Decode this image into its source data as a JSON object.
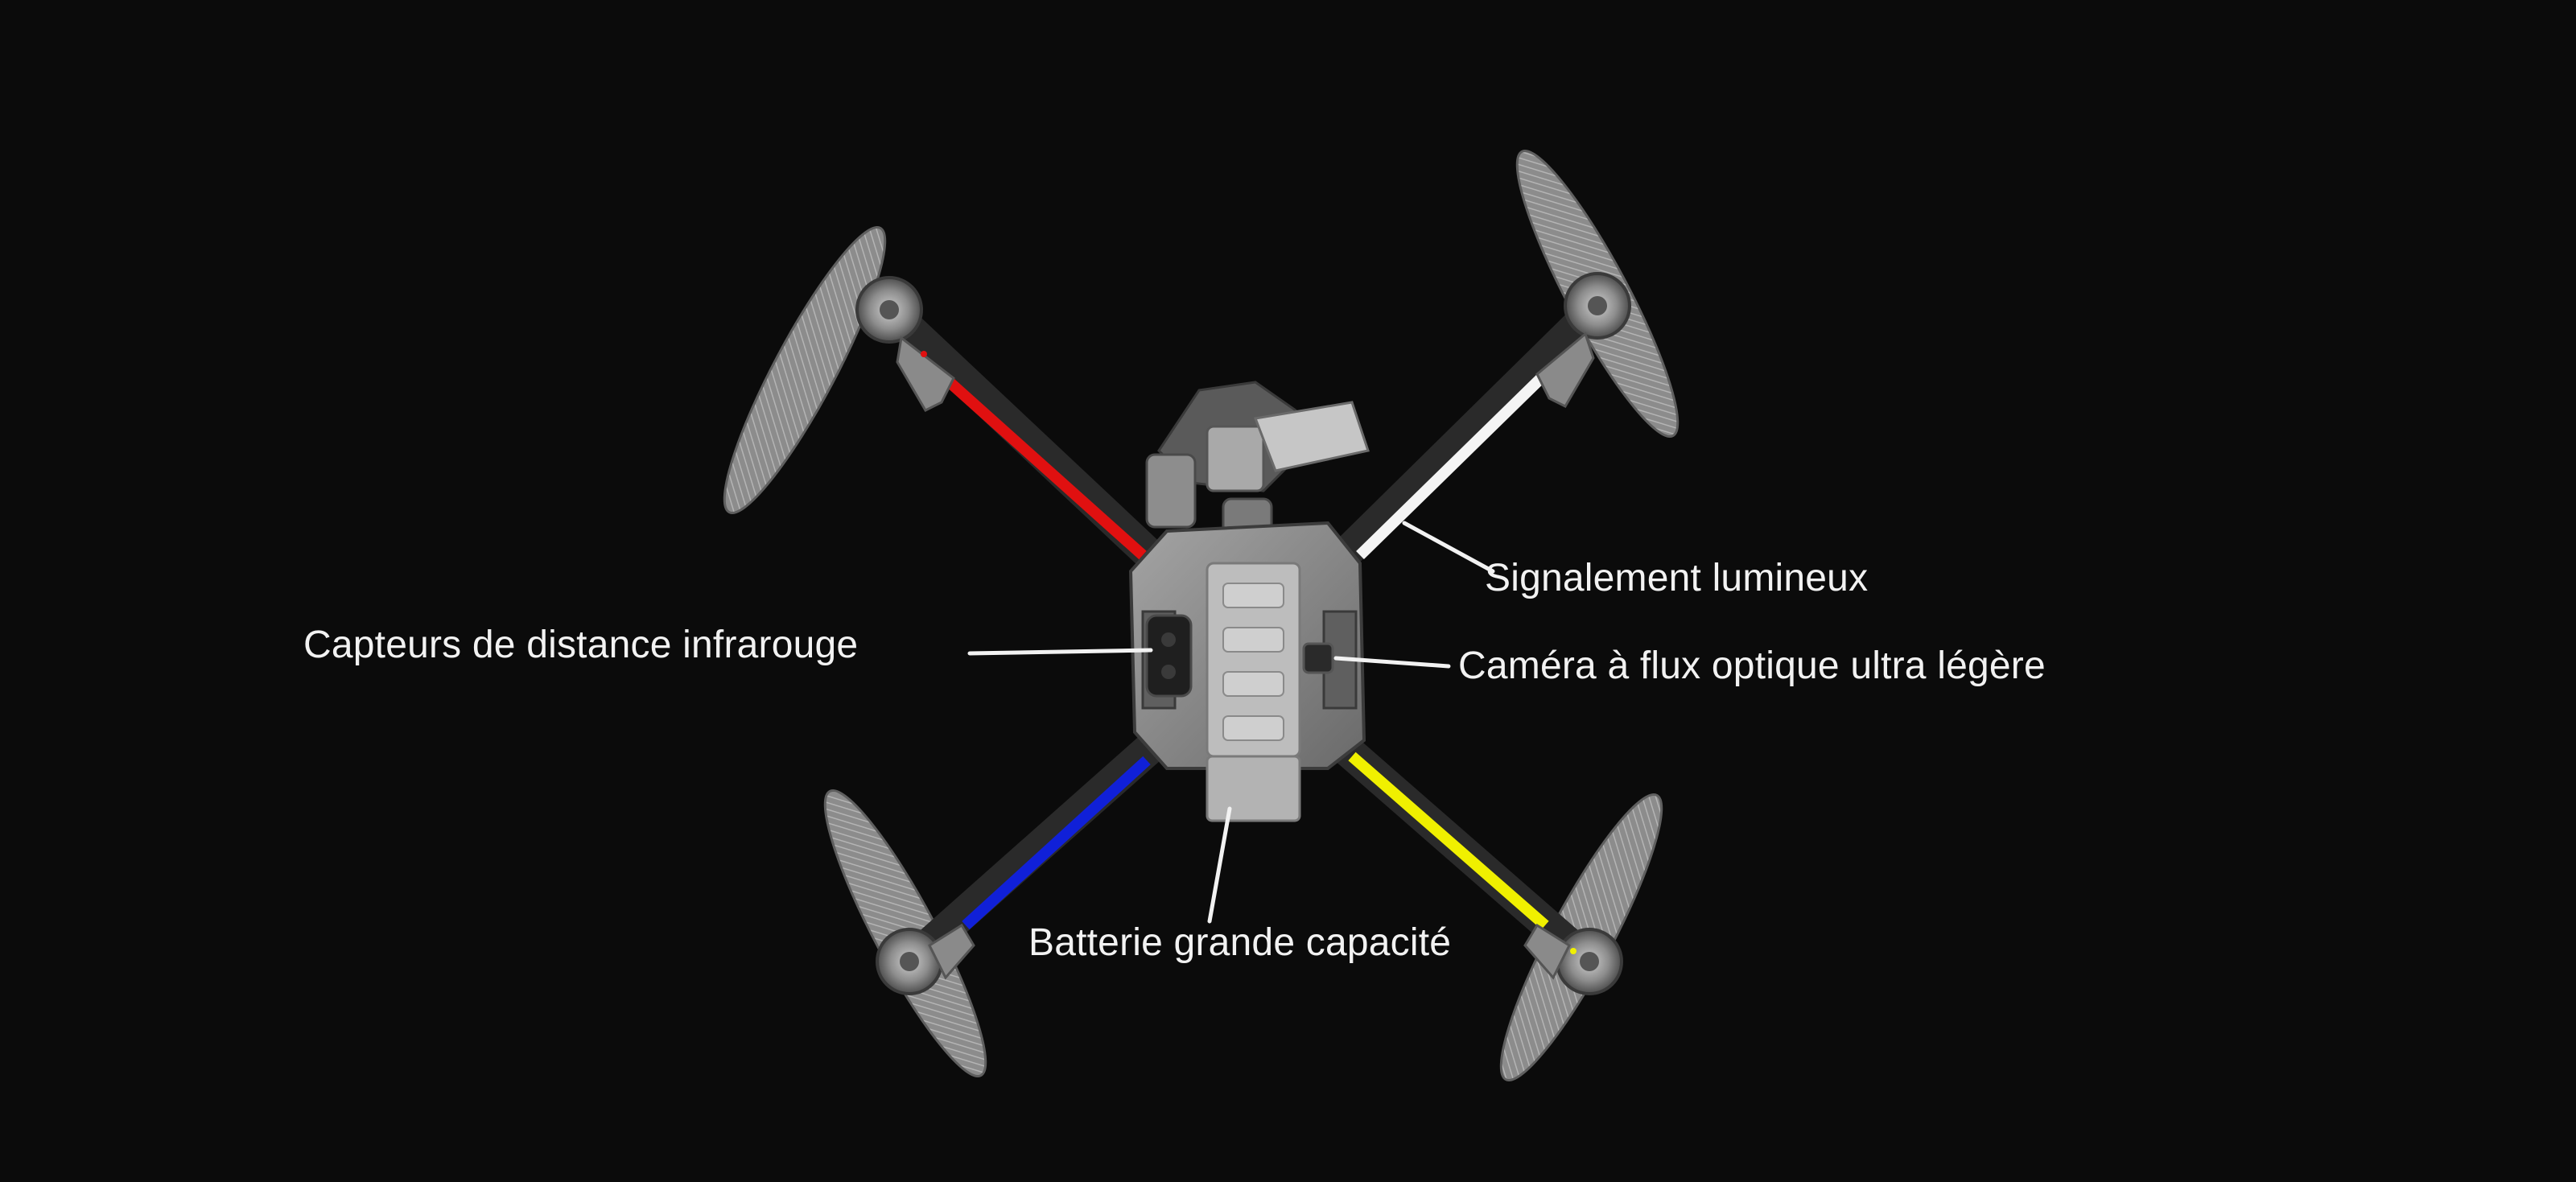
{
  "labels": {
    "signalement": "Signalement lumineux",
    "capteurs": "Capteurs de distance infrarouge",
    "camera": "Caméra à flux optique ultra légère",
    "batterie": "Batterie grande capacité"
  },
  "colors": {
    "background": "#0b0b0b",
    "arm_front_left": "#e01010",
    "arm_front_right": "#f4f4f4",
    "arm_rear_left": "#1020d8",
    "arm_rear_right": "#f0f000",
    "airframe": "#8a8a8a",
    "propeller": "#9a9a9a"
  }
}
